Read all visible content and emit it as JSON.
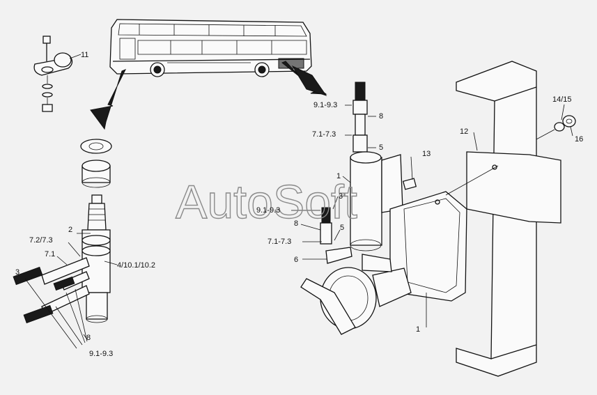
{
  "watermark": "AutoSoft",
  "callouts": {
    "c11": "11",
    "c2": "2",
    "c72": "7.2/7.3",
    "c71": "7.1",
    "c3_left": "3",
    "c4": "4/10.1/10.2",
    "c8_left": "8",
    "c91_left": "9.1-9.3",
    "c91_top": "9.1-9.3",
    "c8_top": "8",
    "c71_top": "7.1-7.3",
    "c5_top": "5",
    "c1_top": "1",
    "c3_mid": "3",
    "c91_mid": "9.1-9.3",
    "c8_mid": "8",
    "c5_mid": "5",
    "c71_mid": "7.1-7.3",
    "c6": "6",
    "c13": "13",
    "c12": "12",
    "c1415": "14/15",
    "c16": "16",
    "c1_bottom": "1"
  }
}
